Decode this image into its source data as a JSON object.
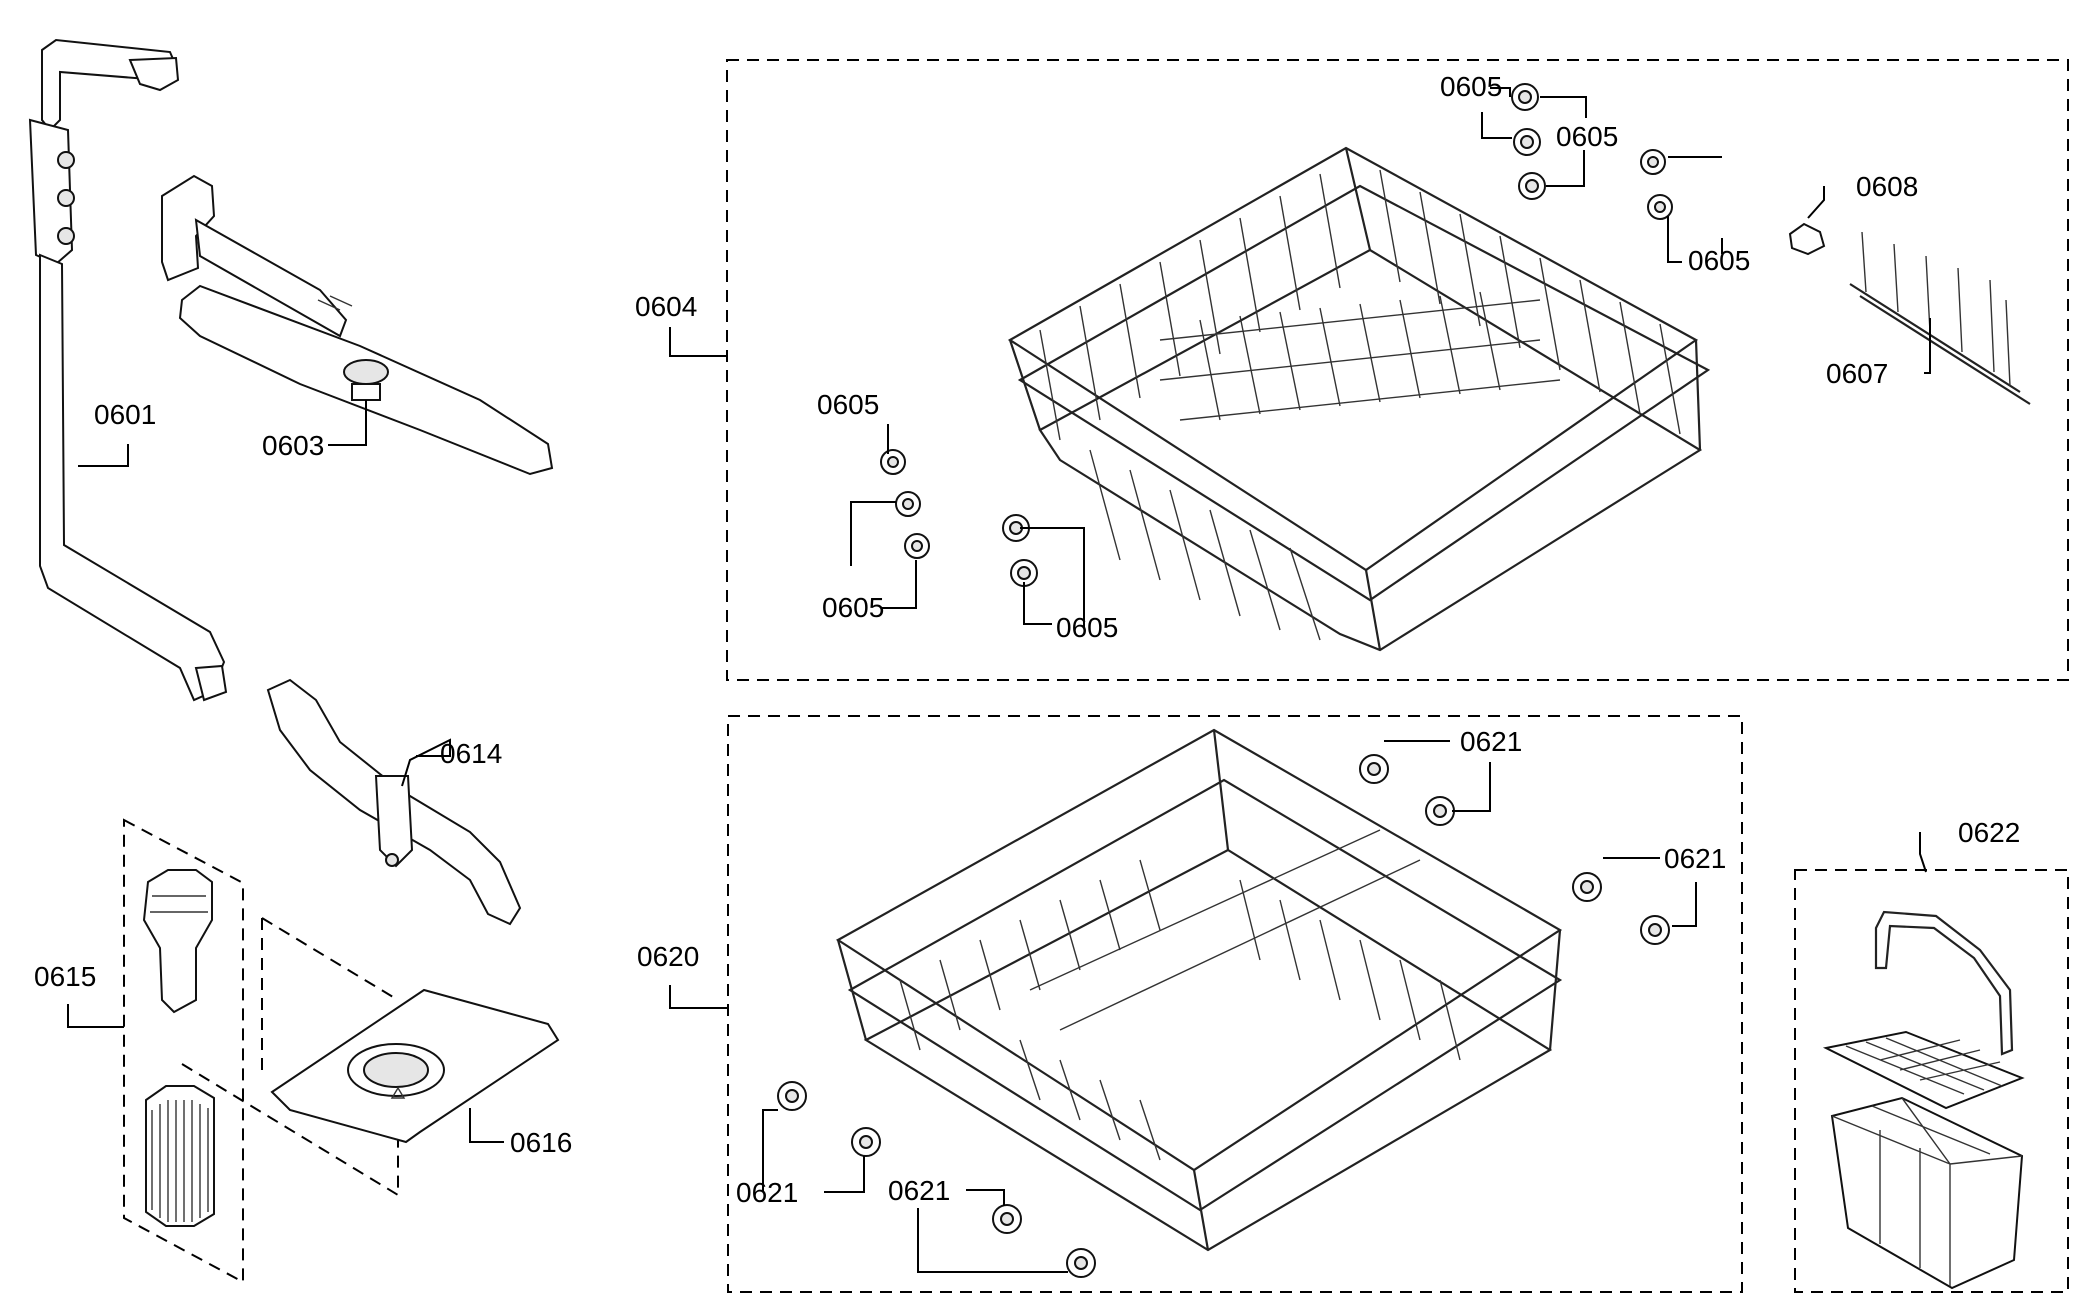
{
  "labels": {
    "p0601": "0601",
    "p0603": "0603",
    "p0604": "0604",
    "p0605_a": "0605",
    "p0605_b": "0605",
    "p0605_c": "0605",
    "p0605_d": "0605",
    "p0605_e": "0605",
    "p0605_f": "0605",
    "p0607": "0607",
    "p0608": "0608",
    "p0614": "0614",
    "p0615": "0615",
    "p0616": "0616",
    "p0620": "0620",
    "p0621_a": "0621",
    "p0621_b": "0621",
    "p0621_c": "0621",
    "p0621_d": "0621",
    "p0622": "0622"
  }
}
